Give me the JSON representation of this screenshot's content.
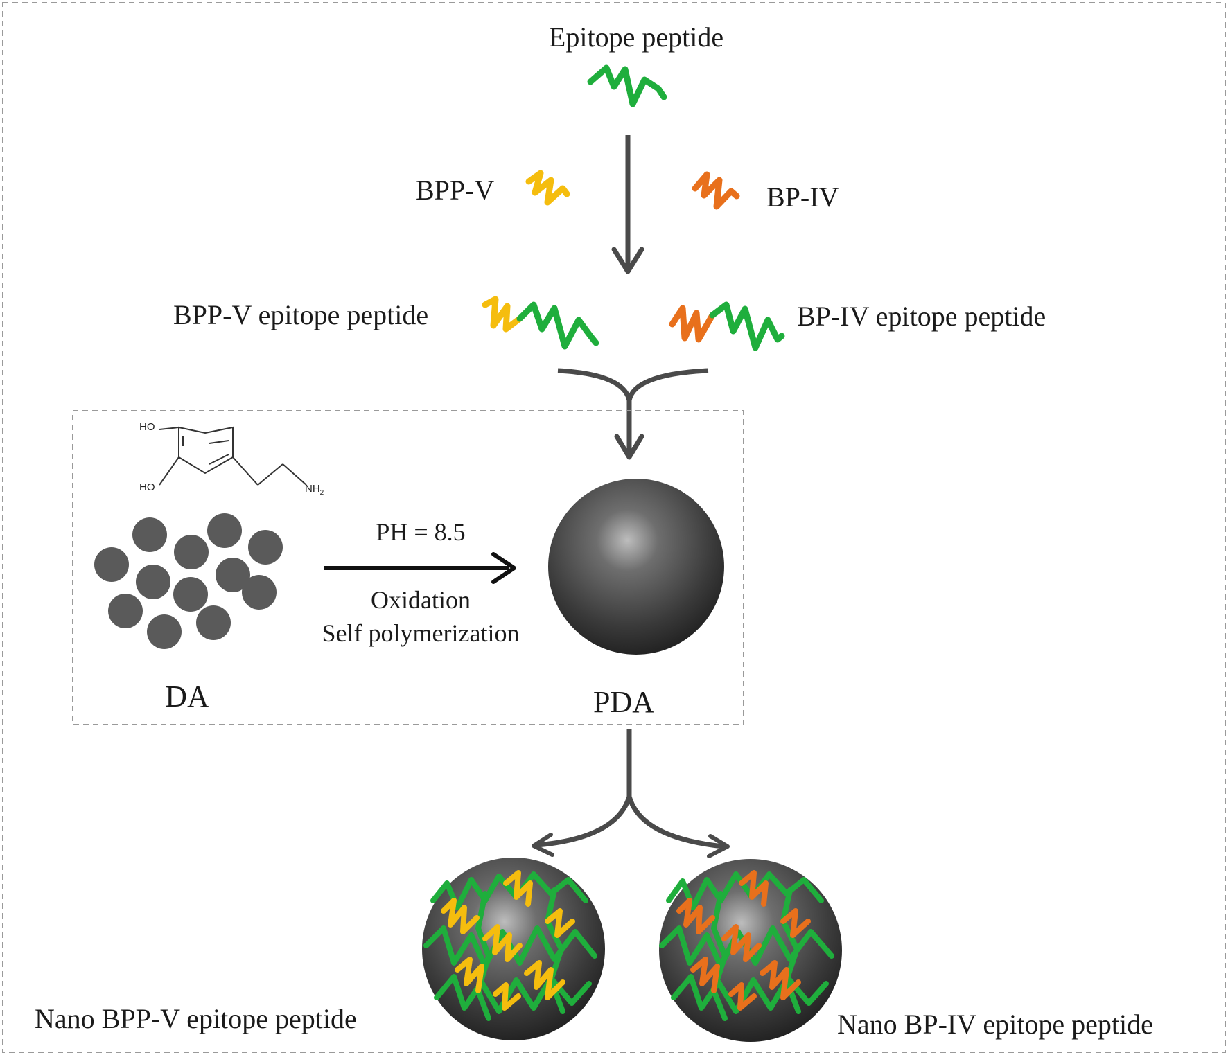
{
  "labels": {
    "epitope_peptide": "Epitope peptide",
    "bpp_v": "BPP-V",
    "bp_iv": "BP-IV",
    "bpp_v_epitope": "BPP-V epitope peptide",
    "bp_iv_epitope": "BP-IV epitope peptide",
    "ph": "PH = 8.5",
    "oxidation": "Oxidation",
    "self_polymerization": "Self polymerization",
    "da": "DA",
    "pda": "PDA",
    "nano_bpp_v": "Nano BPP-V epitope peptide",
    "nano_bp_iv": "Nano BP-IV epitope peptide"
  },
  "chem": {
    "ho_top": "HO",
    "ho_bottom": "HO",
    "nh2": "NH",
    "nh2_sub": "2"
  },
  "colors": {
    "epitope": "#1fae3c",
    "bpp_v": "#f5bd0e",
    "bp_iv": "#e8701c",
    "arrow": "#4a4a4a",
    "border": "#9a9a9a",
    "particle": "#5a5a5a"
  }
}
